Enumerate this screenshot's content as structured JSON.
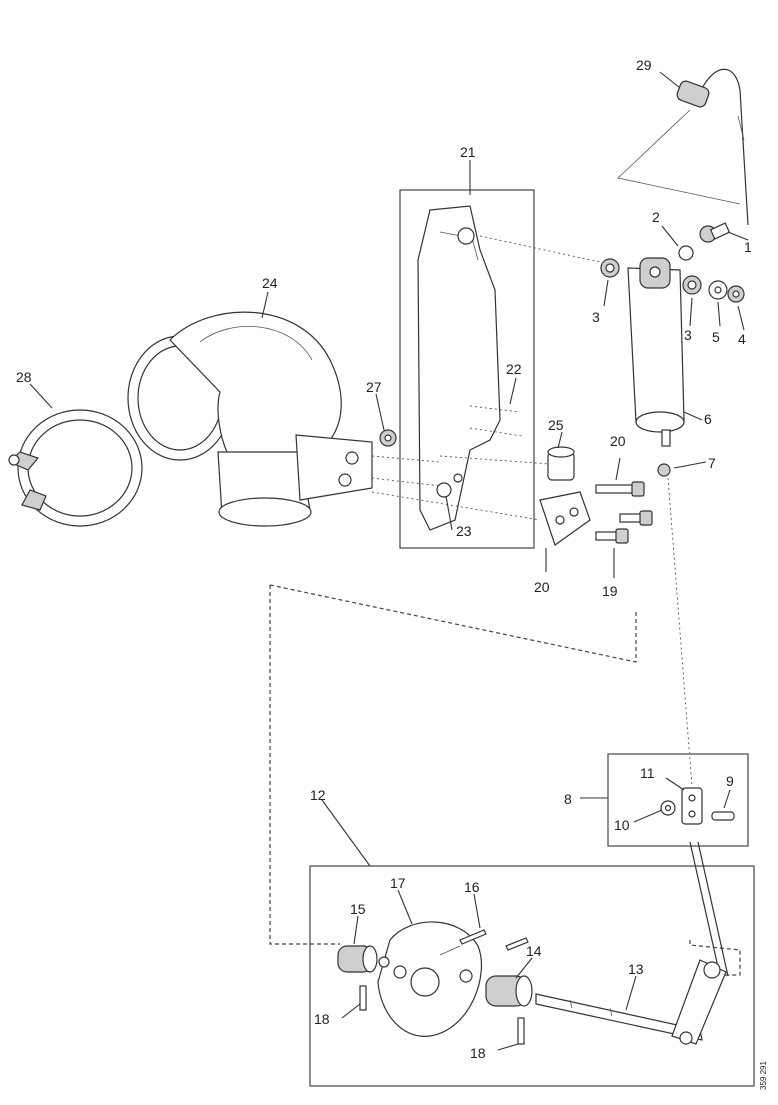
{
  "labels": {
    "p1": "1",
    "p2": "2",
    "p3a": "3",
    "p3b": "3",
    "p4": "4",
    "p5": "5",
    "p6": "6",
    "p7": "7",
    "p8": "8",
    "p9": "9",
    "p10": "10",
    "p11": "11",
    "p12": "12",
    "p13": "13",
    "p14": "14",
    "p15": "15",
    "p16": "16",
    "p17": "17",
    "p18a": "18",
    "p18b": "18",
    "p19": "19",
    "p20a": "20",
    "p20b": "20",
    "p21": "21",
    "p22": "22",
    "p23": "23",
    "p24": "24",
    "p25": "25",
    "p27": "27",
    "p28": "28",
    "p29": "29"
  },
  "reference": "359 291"
}
